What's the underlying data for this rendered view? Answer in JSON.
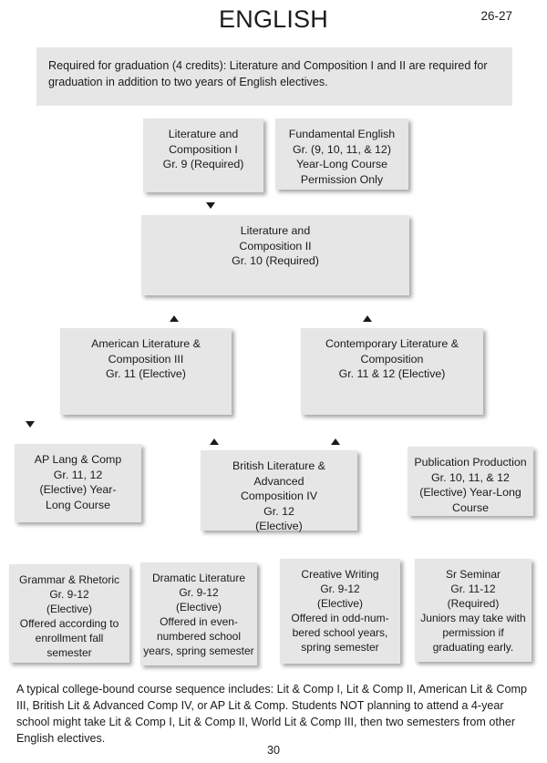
{
  "header": {
    "title": "ENGLISH",
    "school_year": "26-27"
  },
  "intro": {
    "text": "Required for graduation (4 credits):  Literature and Composition I and II are required for graduation in addition to two years of English electives."
  },
  "flowchart": {
    "type": "course-sequence-flowchart",
    "box_fill": "#e6e6e6",
    "text_color": "#1a1a1a",
    "rows": [
      {
        "row": 1,
        "nodes": [
          {
            "id": "lit-comp-1",
            "title": "Literature and Composition I",
            "text": "Literature and\nComposition I\nGr. 9 (Required)",
            "grade": "Gr. 9",
            "status": "Required"
          },
          {
            "id": "fundamental-english",
            "title": "Fundamental English",
            "text": "Fundamental English\nGr. (9, 10, 11, & 12)\nYear-Long Course\nPermission Only",
            "grade": "Gr. (9, 10, 11, & 12)",
            "status": "Permission Only"
          }
        ]
      },
      {
        "row": 2,
        "nodes": [
          {
            "id": "lit-comp-2",
            "title": "Literature and Composition II",
            "text": "Literature and\nComposition II\nGr. 10 (Required)",
            "grade": "Gr. 10",
            "status": "Required"
          }
        ]
      },
      {
        "row": 3,
        "nodes": [
          {
            "id": "american-lit-comp-3",
            "title": "American Literature & Composition III",
            "text": "American Literature &\nComposition III\nGr. 11 (Elective)",
            "grade": "Gr. 11",
            "status": "Elective"
          },
          {
            "id": "contemporary-lit-comp",
            "title": "Contemporary Literature & Composition",
            "text": "Contemporary Literature &\nComposition\nGr. 11 & 12 (Elective)",
            "grade": "Gr. 11 & 12",
            "status": "Elective"
          }
        ]
      },
      {
        "row": 4,
        "nodes": [
          {
            "id": "ap-lang-comp",
            "title": "AP Lang & Comp",
            "text": "AP Lang & Comp\nGr. 11, 12\n(Elective) Year-\nLong Course",
            "grade": "Gr. 11, 12",
            "status": "Elective"
          },
          {
            "id": "british-lit-adv-comp-4",
            "title": "British Literature & Advanced Composition IV",
            "text": "British Literature &\nAdvanced\nComposition IV\nGr. 12\n(Elective)",
            "grade": "Gr. 12",
            "status": "Elective"
          },
          {
            "id": "publication-production",
            "title": "Publication Production",
            "text": "Publication Production\nGr. 10, 11, & 12\n(Elective) Year-Long\nCourse",
            "grade": "Gr. 10, 11, & 12",
            "status": "Elective"
          }
        ]
      },
      {
        "row": 5,
        "nodes": [
          {
            "id": "grammar-rhetoric",
            "title": "Grammar & Rhetoric",
            "text": "Grammar & Rhetoric\nGr. 9-12\n(Elective)\nOffered according to\nenrollment fall semester",
            "grade": "Gr. 9-12",
            "status": "Elective"
          },
          {
            "id": "dramatic-literature",
            "title": "Dramatic Literature",
            "text": "Dramatic Literature\nGr. 9-12\n(Elective)\nOffered in even-\nnumbered school\nyears, spring semester",
            "grade": "Gr. 9-12",
            "status": "Elective"
          },
          {
            "id": "creative-writing",
            "title": "Creative Writing",
            "text": "Creative Writing\nGr. 9-12\n(Elective)\nOffered in odd-num-\nbered school years,\nspring semester",
            "grade": "Gr. 9-12",
            "status": "Elective"
          },
          {
            "id": "sr-seminar",
            "title": "Sr Seminar",
            "text": "Sr Seminar\nGr. 11-12\n(Required)\nJuniors may take with\npermission if\ngraduating early.",
            "grade": "Gr. 11-12",
            "status": "Required"
          }
        ]
      }
    ]
  },
  "footer": {
    "note": "A typical college-bound course sequence includes: Lit & Comp I, Lit & Comp II, American Lit & Comp III, British Lit & Advanced Comp IV, or AP Lit & Comp. Students NOT planning to attend a 4-year school might take Lit & Comp I, Lit & Comp II, World Lit & Comp III, then two semesters from other English electives.",
    "page_number": "30"
  }
}
